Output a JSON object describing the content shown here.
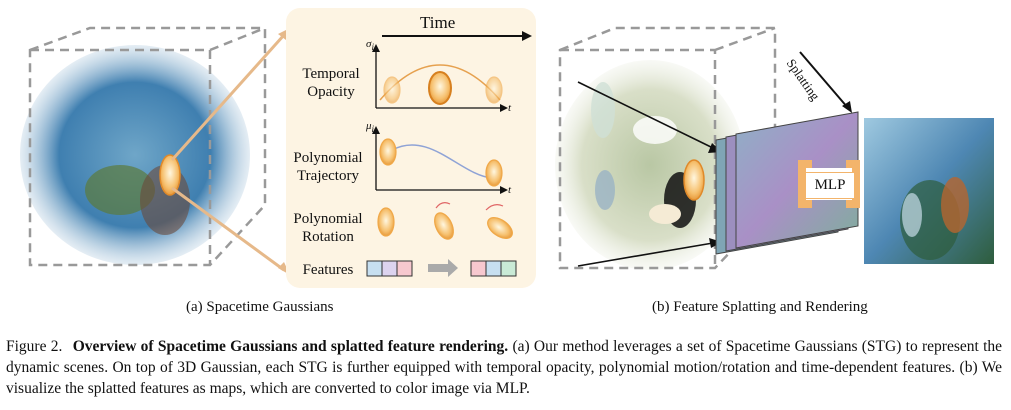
{
  "figure": {
    "panel_a": {
      "time_label": "Time",
      "rows": [
        {
          "label_line1": "Temporal",
          "label_line2": "Opacity",
          "axis_symbol": "σ",
          "axis_sub": "i"
        },
        {
          "label_line1": "Polynomial",
          "label_line2": "Trajectory",
          "axis_symbol": "μ",
          "axis_sub": "i"
        },
        {
          "label_line1": "Polynomial",
          "label_line2": "Rotation"
        },
        {
          "label_line1": "Features"
        }
      ],
      "t_label": "t",
      "caption": "(a) Spacetime Gaussians"
    },
    "panel_b": {
      "splatting_label": "Splatting",
      "mlp_label": "MLP",
      "caption": "(b) Feature Splatting and Rendering"
    }
  },
  "caption": {
    "figure_number": "Figure 2.",
    "title": "Overview of Spacetime Gaussians and splatted feature rendering.",
    "body": "(a) Our method leverages a set of Spacetime Gaussians (STG) to represent the dynamic scenes. On top of 3D Gaussian, each STG is further equipped with temporal opacity, polynomial motion/rotation and time-dependent features. (b) We visualize the splatted features as maps, which are converted to color image via MLP."
  },
  "colors": {
    "accent_orange": "#f0a848",
    "panel_bg": "#fdf4e3",
    "curve_orange": "#e6a14f",
    "curve_blue": "#8fa3d6"
  }
}
